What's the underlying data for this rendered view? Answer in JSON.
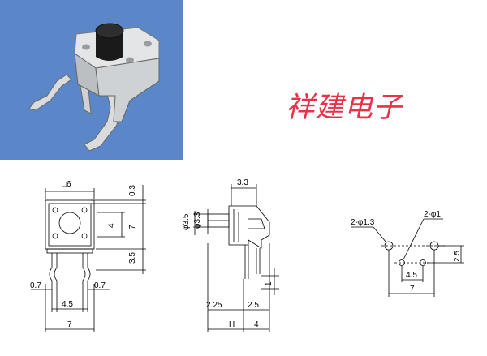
{
  "brand": {
    "text": "祥建电子",
    "color": "#e8324a"
  },
  "photo": {
    "background": "#5b86c8",
    "subject": "tactile-switch-photo"
  },
  "front_view": {
    "top_width": "□6",
    "top_gap": "0.3",
    "button_height": "4",
    "body_height": "7",
    "lower_height": "3.5",
    "left_offset": "0.7",
    "right_offset": "0.7",
    "pin_spacing": "4.5",
    "bottom_width": "7"
  },
  "side_view": {
    "top_width": "3.3",
    "outer_diameter": "φ3.5",
    "inner_diameter": "φ3.3",
    "pin_gap": "1",
    "left_offset": "2.25",
    "right_offset": "2.5",
    "height_label": "H",
    "depth": "4"
  },
  "pcb_layout": {
    "hole_large": "2-φ1.3",
    "hole_small": "2-φ1",
    "row_spacing": "2.5",
    "pin_spacing": "4.5",
    "total_width": "7"
  }
}
